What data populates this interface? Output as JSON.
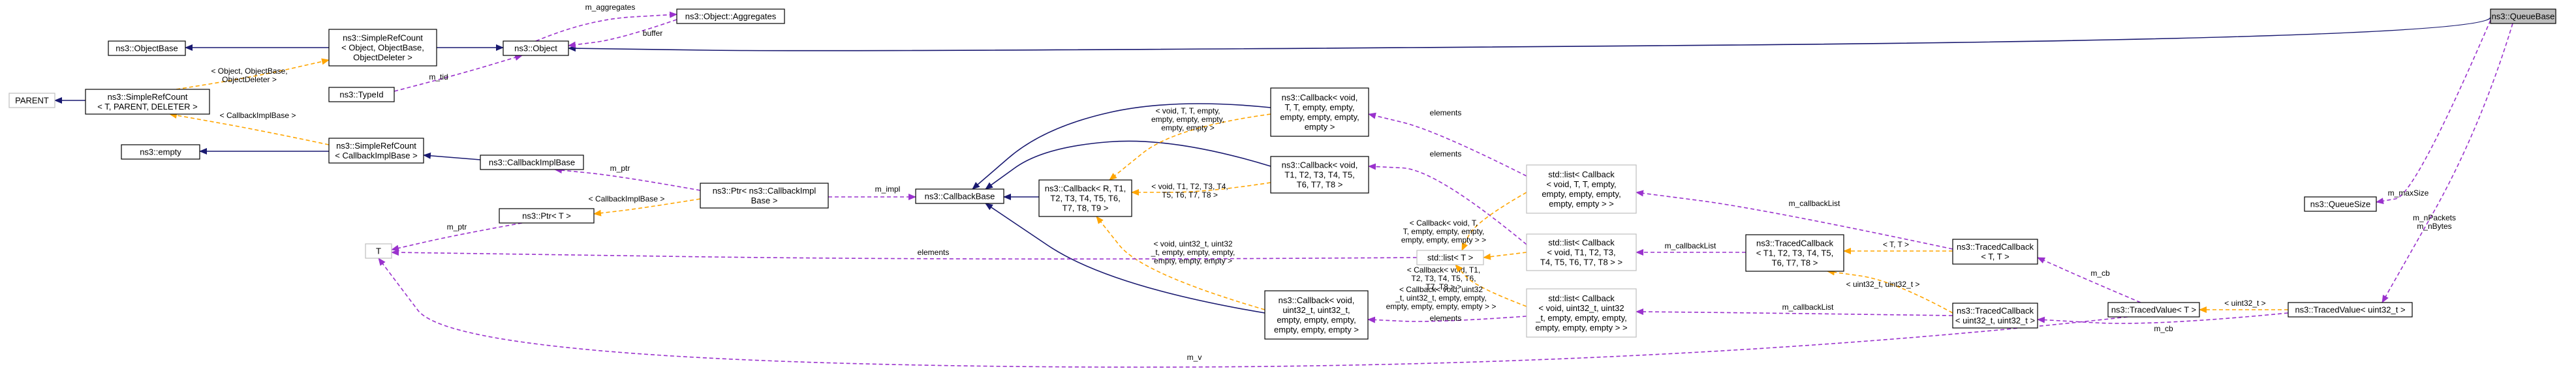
{
  "nodes": [
    {
      "id": "queuebase",
      "lines": [
        "ns3::QueueBase"
      ],
      "style": "highlight"
    },
    {
      "id": "object",
      "lines": [
        "ns3::Object"
      ],
      "style": "normal"
    },
    {
      "id": "objectbase",
      "lines": [
        "ns3::ObjectBase"
      ],
      "style": "normal"
    },
    {
      "id": "srcobj",
      "lines": [
        "ns3::SimpleRefCount",
        "< Object, ObjectBase,",
        "ObjectDeleter >"
      ],
      "style": "normal"
    },
    {
      "id": "aggregates",
      "lines": [
        "ns3::Object::Aggregates"
      ],
      "style": "normal"
    },
    {
      "id": "typeid",
      "lines": [
        "ns3::TypeId"
      ],
      "style": "normal"
    },
    {
      "id": "parent",
      "lines": [
        "PARENT"
      ],
      "style": "undocumented"
    },
    {
      "id": "srct",
      "lines": [
        "ns3::SimpleRefCount",
        "< T, PARENT, DELETER >"
      ],
      "style": "normal"
    },
    {
      "id": "empty",
      "lines": [
        "ns3::empty"
      ],
      "style": "normal"
    },
    {
      "id": "srccb",
      "lines": [
        "ns3::SimpleRefCount",
        "< CallbackImplBase >"
      ],
      "style": "normal"
    },
    {
      "id": "cbimplbase",
      "lines": [
        "ns3::CallbackImplBase"
      ],
      "style": "normal"
    },
    {
      "id": "ptrcbimpl",
      "lines": [
        "ns3::Ptr< ns3::CallbackImpl",
        "Base >"
      ],
      "style": "normal"
    },
    {
      "id": "ptrt",
      "lines": [
        "ns3::Ptr< T >"
      ],
      "style": "normal"
    },
    {
      "id": "t",
      "lines": [
        "T"
      ],
      "style": "undocumented"
    },
    {
      "id": "cbbase",
      "lines": [
        "ns3::CallbackBase"
      ],
      "style": "normal"
    },
    {
      "id": "cbtt",
      "lines": [
        "ns3::Callback< void,",
        "T, T, empty, empty,",
        "empty, empty, empty,",
        "empty >"
      ],
      "style": "normal"
    },
    {
      "id": "cbr",
      "lines": [
        "ns3::Callback< R, T1,",
        "T2, T3, T4, T5, T6,",
        "T7, T8, T9 >"
      ],
      "style": "normal"
    },
    {
      "id": "cbv8",
      "lines": [
        "ns3::Callback< void,",
        "T1, T2, T3, T4, T5,",
        "T6, T7, T8 >"
      ],
      "style": "normal"
    },
    {
      "id": "cbu32",
      "lines": [
        "ns3::Callback< void,",
        "uint32_t, uint32_t,",
        "empty, empty, empty,",
        "empty, empty, empty >"
      ],
      "style": "normal"
    },
    {
      "id": "listt",
      "lines": [
        "std::list< T >"
      ],
      "style": "undocumented"
    },
    {
      "id": "listcbtt",
      "lines": [
        "std::list< Callback",
        "< void, T, T, empty,",
        "empty, empty, empty,",
        "empty, empty > >"
      ],
      "style": "undocumented"
    },
    {
      "id": "listcbv8",
      "lines": [
        "std::list< Callback",
        "< void, T1, T2, T3,",
        "T4, T5, T6, T7, T8 > >"
      ],
      "style": "undocumented"
    },
    {
      "id": "listcbu32",
      "lines": [
        "std::list< Callback",
        "< void, uint32_t, uint32",
        "_t, empty, empty, empty,",
        "empty, empty, empty > >"
      ],
      "style": "undocumented"
    },
    {
      "id": "tcbv8",
      "lines": [
        "ns3::TracedCallback",
        "< T1, T2, T3, T4, T5,",
        "T6, T7, T8 >"
      ],
      "style": "normal"
    },
    {
      "id": "tcbt",
      "lines": [
        "ns3::TracedCallback",
        "< T, T >"
      ],
      "style": "normal"
    },
    {
      "id": "tcbu32",
      "lines": [
        "ns3::TracedCallback",
        "< uint32_t, uint32_t >"
      ],
      "style": "normal"
    },
    {
      "id": "tvt",
      "lines": [
        "ns3::TracedValue< T >"
      ],
      "style": "normal"
    },
    {
      "id": "tvu32",
      "lines": [
        "ns3::TracedValue< uint32_t >"
      ],
      "style": "normal"
    },
    {
      "id": "queuesize",
      "lines": [
        "ns3::QueueSize"
      ],
      "style": "normal"
    }
  ],
  "edges": [
    {
      "id": "e-object-queuebase",
      "kind": "inherit",
      "labels": []
    },
    {
      "id": "e-objectbase-srcobj",
      "kind": "inherit",
      "labels": []
    },
    {
      "id": "e-srcobj-object",
      "kind": "inherit",
      "labels": []
    },
    {
      "id": "e-aggregates-object",
      "kind": "usage",
      "labels": [
        "buffer"
      ]
    },
    {
      "id": "e-object-aggregates",
      "kind": "usage",
      "labels": [
        "m_aggregates"
      ]
    },
    {
      "id": "e-typeid-object",
      "kind": "usage",
      "labels": [
        "m_tid"
      ]
    },
    {
      "id": "e-srct-srcobj",
      "kind": "template",
      "labels": [
        "< Object, ObjectBase,",
        "ObjectDeleter >"
      ]
    },
    {
      "id": "e-parent-srct",
      "kind": "inherit",
      "labels": []
    },
    {
      "id": "e-srct-srccb",
      "kind": "template",
      "labels": [
        "< CallbackImplBase >"
      ]
    },
    {
      "id": "e-empty-srccb",
      "kind": "inherit",
      "labels": []
    },
    {
      "id": "e-srccb-cbimplbase",
      "kind": "inherit",
      "labels": []
    },
    {
      "id": "e-cbimplbase-ptrcbimpl",
      "kind": "usage",
      "labels": [
        "m_ptr"
      ]
    },
    {
      "id": "e-ptrt-ptrcbimpl",
      "kind": "template",
      "labels": [
        "< CallbackImplBase >"
      ]
    },
    {
      "id": "e-t-ptrt",
      "kind": "usage",
      "labels": [
        "m_ptr"
      ]
    },
    {
      "id": "e-ptrcbimpl-cbbase",
      "kind": "usage",
      "labels": [
        "m_impl"
      ]
    },
    {
      "id": "e-cbbase-cbtt",
      "kind": "inherit",
      "labels": []
    },
    {
      "id": "e-cbbase-cbv8",
      "kind": "inherit",
      "labels": []
    },
    {
      "id": "e-cbbase-cbr",
      "kind": "inherit",
      "labels": []
    },
    {
      "id": "e-cbbase-cbu32",
      "kind": "inherit",
      "labels": []
    },
    {
      "id": "e-cbr-cbtt",
      "kind": "template",
      "labels": [
        "< void, T, T, empty,",
        "empty, empty, empty,",
        "empty, empty >"
      ]
    },
    {
      "id": "e-cbr-cbv8",
      "kind": "template",
      "labels": [
        "< void, T1, T2, T3, T4,",
        "T5, T6, T7, T8 >"
      ]
    },
    {
      "id": "e-cbr-cbu32",
      "kind": "template",
      "labels": [
        "< void, uint32_t, uint32",
        "_t, empty, empty, empty,",
        "empty, empty, empty >"
      ]
    },
    {
      "id": "e-cbtt-listcbtt",
      "kind": "usage",
      "labels": [
        "elements"
      ]
    },
    {
      "id": "e-cbv8-listcbv8",
      "kind": "usage",
      "labels": [
        "elements"
      ]
    },
    {
      "id": "e-cbu32-listcbu32",
      "kind": "usage",
      "labels": [
        "elements"
      ]
    },
    {
      "id": "e-t-listt",
      "kind": "usage",
      "labels": [
        "elements"
      ]
    },
    {
      "id": "e-listt-listcbtt",
      "kind": "template",
      "labels": [
        "< Callback< void, T,",
        "T, empty, empty, empty,",
        "empty, empty, empty > >"
      ]
    },
    {
      "id": "e-listt-listcbv8",
      "kind": "template",
      "labels": [
        "< Callback< void, T1,",
        "T2, T3, T4, T5, T6,",
        "T7, T8 > >"
      ]
    },
    {
      "id": "e-listt-listcbu32",
      "kind": "template",
      "labels": [
        "< Callback< void, uint32",
        "_t, uint32_t, empty, empty,",
        "empty, empty, empty, empty > >"
      ]
    },
    {
      "id": "e-listcbtt-tcbt",
      "kind": "usage",
      "labels": [
        "m_callbackList"
      ]
    },
    {
      "id": "e-listcbv8-tcbv8",
      "kind": "usage",
      "labels": [
        "m_callbackList"
      ]
    },
    {
      "id": "e-listcbu32-tcbu32",
      "kind": "usage",
      "labels": [
        "m_callbackList"
      ]
    },
    {
      "id": "e-tcbv8-tcbt",
      "kind": "template",
      "labels": [
        "< T, T >"
      ]
    },
    {
      "id": "e-tcbv8-tcbu32",
      "kind": "template",
      "labels": [
        "< uint32_t, uint32_t >"
      ]
    },
    {
      "id": "e-tcbt-tvt",
      "kind": "usage",
      "labels": [
        "m_cb"
      ]
    },
    {
      "id": "e-tcbu32-tvu32",
      "kind": "usage",
      "labels": [
        "m_cb"
      ]
    },
    {
      "id": "e-tvt-tvu32",
      "kind": "template",
      "labels": [
        "< uint32_t >"
      ]
    },
    {
      "id": "e-t-tvt",
      "kind": "usage",
      "labels": [
        "m_v"
      ]
    },
    {
      "id": "e-queuesize-queuebase",
      "kind": "usage",
      "labels": [
        "m_maxSize"
      ]
    },
    {
      "id": "e-tvu32-queuebase",
      "kind": "usage",
      "labels": [
        "m_nPackets",
        "m_nBytes"
      ]
    }
  ]
}
